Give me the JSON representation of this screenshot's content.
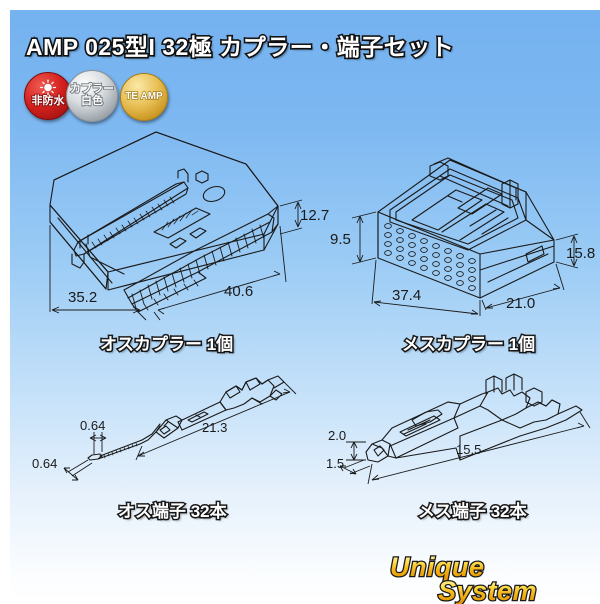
{
  "title": "AMP 025型I 32極 カプラー・端子セット",
  "badges": [
    {
      "id": "non-waterproof",
      "label": "非防水",
      "color": "#d3201c",
      "icon": "sun-icon"
    },
    {
      "id": "coupler-color",
      "line1": "カプラー",
      "line2": "白色",
      "color": "#b9c0c5"
    },
    {
      "id": "brand",
      "label": "TE AMP",
      "color": "#e8bf55"
    }
  ],
  "figures": {
    "male_connector": {
      "caption": "オスカプラー 1個",
      "dimensions": {
        "length": "35.2",
        "width": "40.6",
        "height": "12.7"
      }
    },
    "female_connector": {
      "caption": "メスカプラー 1個",
      "dimensions": {
        "height_left": "9.5",
        "length": "37.4",
        "height_right": "15.8",
        "width": "21.0"
      }
    },
    "male_terminal": {
      "caption": "オス端子 32本",
      "dimensions": {
        "tab_width": "0.64",
        "tab_thickness": "0.64",
        "length": "21.3"
      }
    },
    "female_terminal": {
      "caption": "メス端子 32本",
      "dimensions": {
        "height": "2.0",
        "width": "1.5",
        "length": "15.5"
      }
    }
  },
  "logo": {
    "line1": "Unique",
    "line2": "System",
    "color": "#f5c518"
  },
  "colors": {
    "background_top": "#74b2f0",
    "background_bottom": "#ffffff",
    "line_art": "#1a1a1a",
    "title_text": "#ffffff"
  }
}
